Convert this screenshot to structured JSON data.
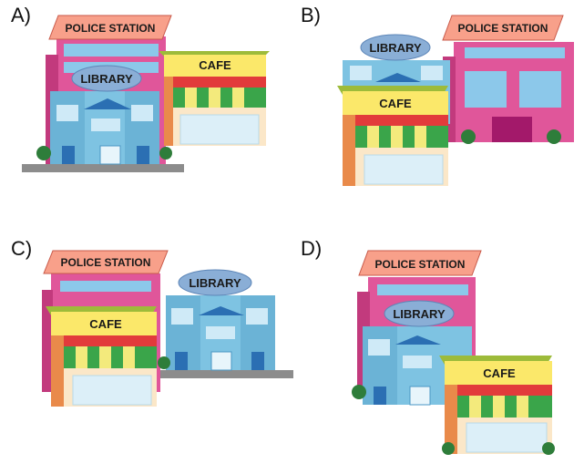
{
  "options": [
    {
      "letter": "A)",
      "police": "POLICE STATION",
      "library": "LIBRARY",
      "cafe": "CAFE"
    },
    {
      "letter": "B)",
      "police": "POLICE STATION",
      "library": "LIBRARY",
      "cafe": "CAFE"
    },
    {
      "letter": "C)",
      "police": "POLICE STATION",
      "library": "LIBRARY",
      "cafe": "CAFE"
    },
    {
      "letter": "D)",
      "police": "POLICE STATION",
      "library": "LIBRARY",
      "cafe": "CAFE"
    }
  ],
  "colors": {
    "police_wall": "#e0569a",
    "police_wall_dark": "#c23a7d",
    "police_sign": "#f8a08a",
    "library_wall": "#7ec3e2",
    "library_wall_dark": "#4a97c4",
    "library_roof": "#2b6fb3",
    "library_sign": "#8aaed6",
    "cafe_wall": "#fbe7c8",
    "cafe_side": "#e98a4a",
    "cafe_sign": "#fbe86a",
    "awning_green": "#3aa54a",
    "awning_yellow": "#f3ea7c",
    "bunting_red": "#e23b3b",
    "bunting_blue": "#3a5fc8",
    "ground": "#8c8c8c",
    "bush": "#2e7d3a"
  }
}
